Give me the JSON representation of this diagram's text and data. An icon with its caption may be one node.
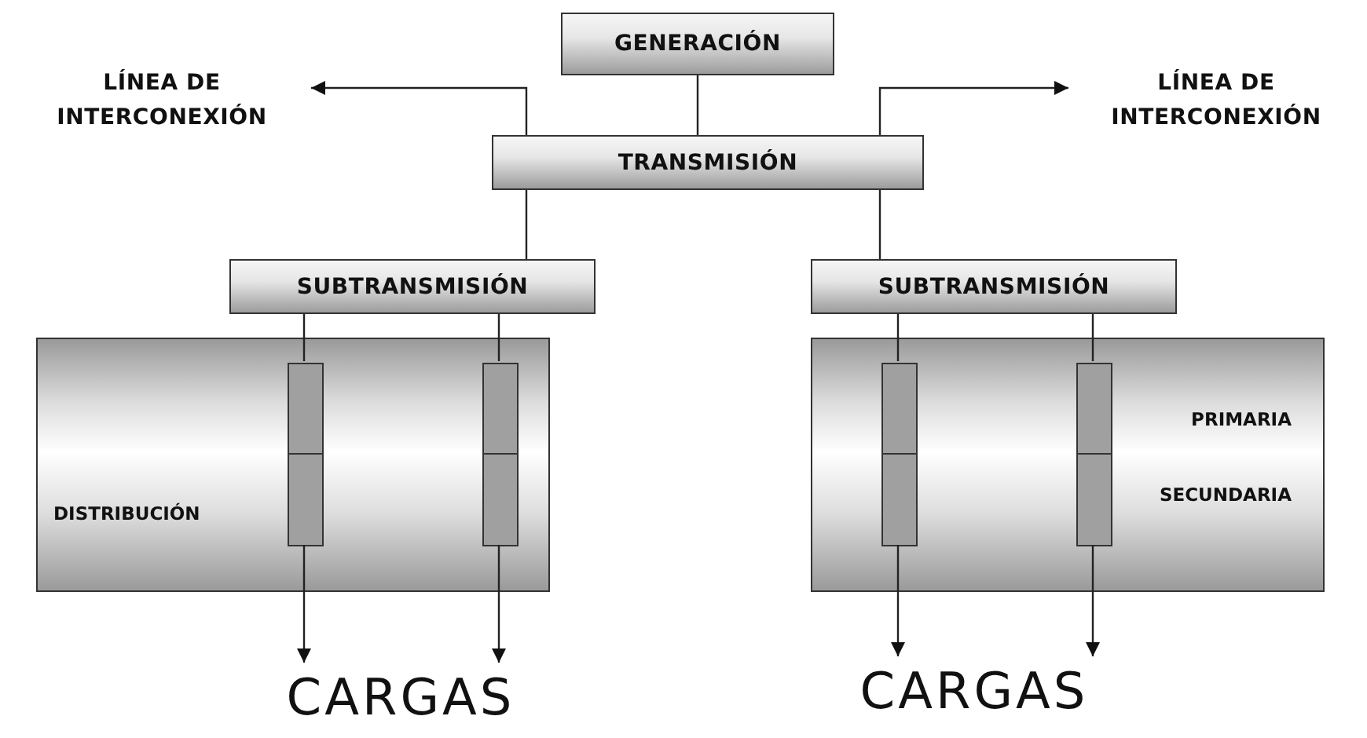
{
  "diagram": {
    "nodes": [
      {
        "text": [
          "GENERACIÓN"
        ]
      },
      {
        "text": [
          "TRANSMISIÓN"
        ]
      },
      {
        "text": [
          "LÍNEA DE INTERCONEXIÓN"
        ]
      },
      {
        "text": [
          "LÍNEA DE INTERCONEXIÓN"
        ]
      },
      {
        "text": [
          "SUBTRANSMISIÓN"
        ]
      },
      {
        "text": [
          "SUBTRANSMISIÓN"
        ]
      },
      {
        "text": [
          "DISTRIBUCIÓN"
        ]
      },
      {
        "text": [
          "PRIMARIA",
          "SECUNDARIA"
        ]
      },
      {
        "text": [],
        "shape": "bar",
        "in": 6
      },
      {
        "text": [],
        "shape": "bar",
        "in": 6
      },
      {
        "text": [],
        "shape": "bar",
        "in": 7
      },
      {
        "text": [],
        "shape": "bar",
        "in": 7
      },
      {
        "text": [
          "CARGAS"
        ]
      },
      {
        "text": [
          "CARGAS"
        ]
      }
    ],
    "edges": [
      {
        "from": 0,
        "to": 1,
        "arrow": "none"
      },
      {
        "from": 1,
        "to": 2,
        "arrow": "to"
      },
      {
        "from": 1,
        "to": 3,
        "arrow": "to"
      },
      {
        "from": 1,
        "to": 4,
        "arrow": "none"
      },
      {
        "from": 1,
        "to": 5,
        "arrow": "none"
      },
      {
        "from": 4,
        "to": 8,
        "arrow": "none"
      },
      {
        "from": 4,
        "to": 9,
        "arrow": "none"
      },
      {
        "from": 5,
        "to": 10,
        "arrow": "none"
      },
      {
        "from": 5,
        "to": 11,
        "arrow": "none"
      },
      {
        "from": 8,
        "to": 12,
        "arrow": "to"
      },
      {
        "from": 9,
        "to": 12,
        "arrow": "to"
      },
      {
        "from": 10,
        "to": 13,
        "arrow": "to"
      },
      {
        "from": 11,
        "to": 13,
        "arrow": "to"
      }
    ]
  }
}
